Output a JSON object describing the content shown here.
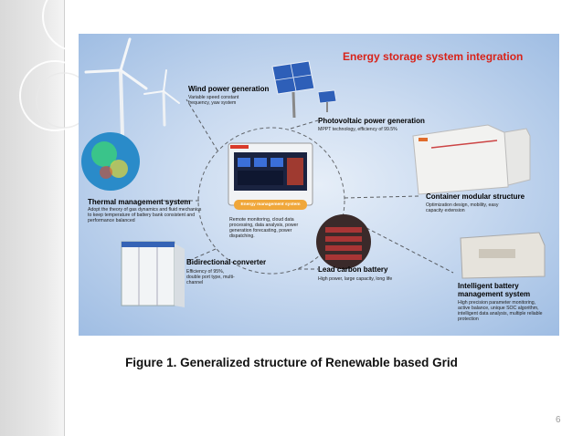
{
  "figure": {
    "title": "Energy storage system integration",
    "center_box_label": "Energy management system",
    "center_desc": "Remote monitoring, cloud data processing, data analysis, power generation forecasting, power dispatching.",
    "components": {
      "wind": {
        "title": "Wind power generation",
        "desc": "Variable speed constant frequency, yaw system"
      },
      "pv": {
        "title": "Photovoltaic power generation",
        "desc": "MPPT technology, efficiency of 99.5%"
      },
      "thermal": {
        "title": "Thermal management system",
        "desc": "Adopt the theory of gas dynamics and fluid mechanics to keep temperature of battery bank consistent and performance balanced"
      },
      "container": {
        "title": "Container modular structure",
        "desc": "Optimization design, mobility, easy capacity extension"
      },
      "converter": {
        "title": "Bidirectional converter",
        "desc": "Efficiency of 95%, double port type, multi-channel"
      },
      "lead": {
        "title": "Lead carbon battery",
        "desc": "High power, large capacity, long life"
      },
      "bms": {
        "title": "Intelligent battery management system",
        "desc": "High precision parameter monitoring, active balance, unique SOC algorithm, intelligent data analysis, multiple reliable protection"
      }
    }
  },
  "caption": "Figure 1. Generalized structure of Renewable based Grid",
  "page_number": "6",
  "colors": {
    "title_red": "#d8231a",
    "background_blue": "#b7cde8",
    "caption": "#111111"
  }
}
